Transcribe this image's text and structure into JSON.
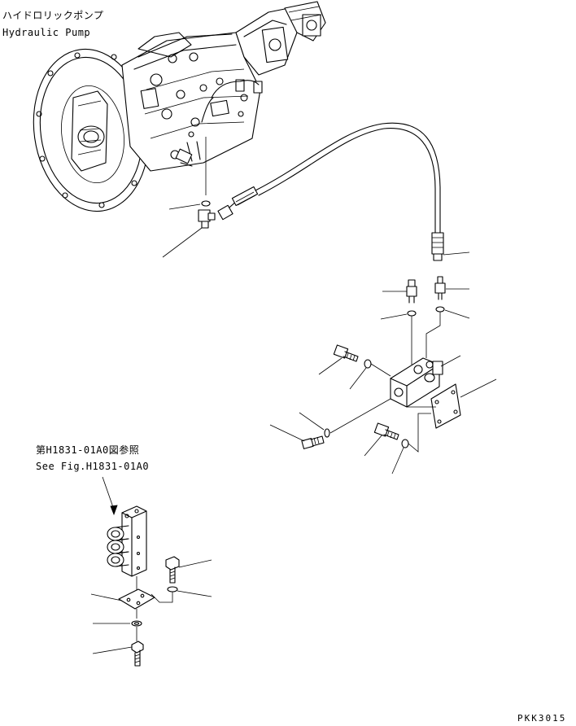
{
  "labels": {
    "pump_jp": "ハイドロリックポンプ",
    "pump_en": "Hydraulic Pump",
    "ref_jp": "第H1831-01A0図参照",
    "ref_en": "See Fig.H1831-01A0",
    "drawing_code": "PKK3015"
  }
}
